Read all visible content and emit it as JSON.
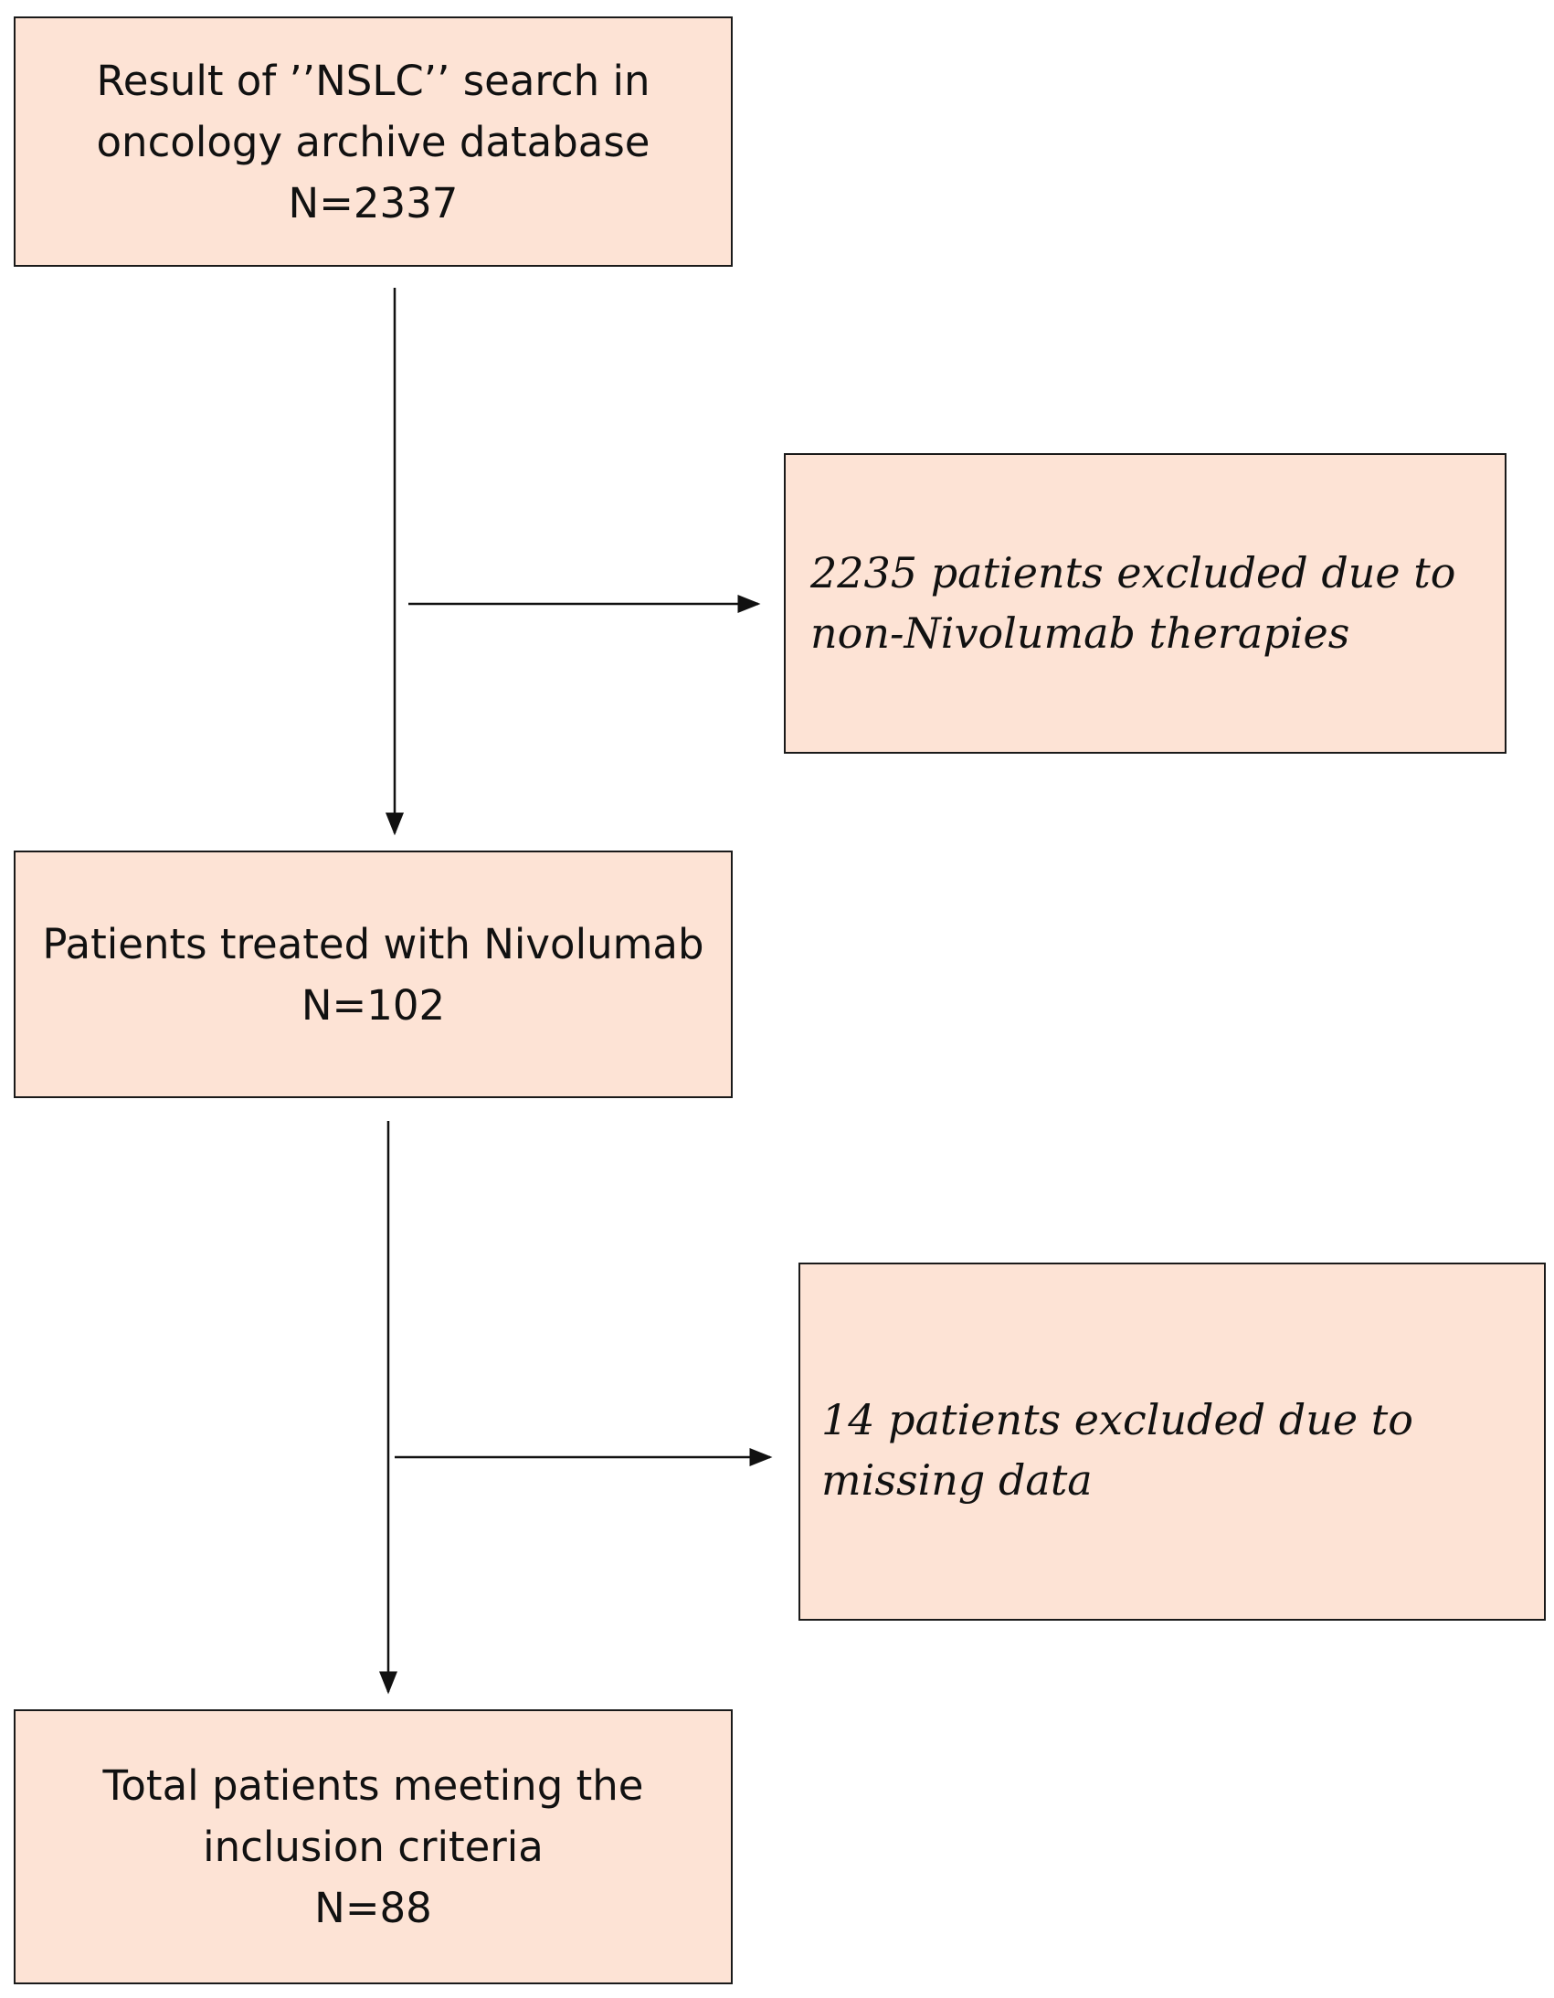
{
  "boxes": {
    "search": {
      "lines": [
        "Result of ’’NSLC’’ search in",
        "oncology archive database",
        "N=2337"
      ]
    },
    "nivolumab": {
      "lines": [
        "Patients treated with Nivolumab",
        "N=102"
      ]
    },
    "total": {
      "lines": [
        "Total patients meeting the",
        "inclusion criteria",
        "N=88"
      ]
    }
  },
  "exclusions": {
    "first": {
      "lines": [
        "2235 patients excluded due to",
        "non-Nivolumab therapies"
      ]
    },
    "second": {
      "lines": [
        "14 patients excluded due to",
        "missing data"
      ]
    }
  },
  "colors": {
    "box_fill": "#fde3d5",
    "border": "#1a1a1a",
    "arrow": "#111111"
  }
}
